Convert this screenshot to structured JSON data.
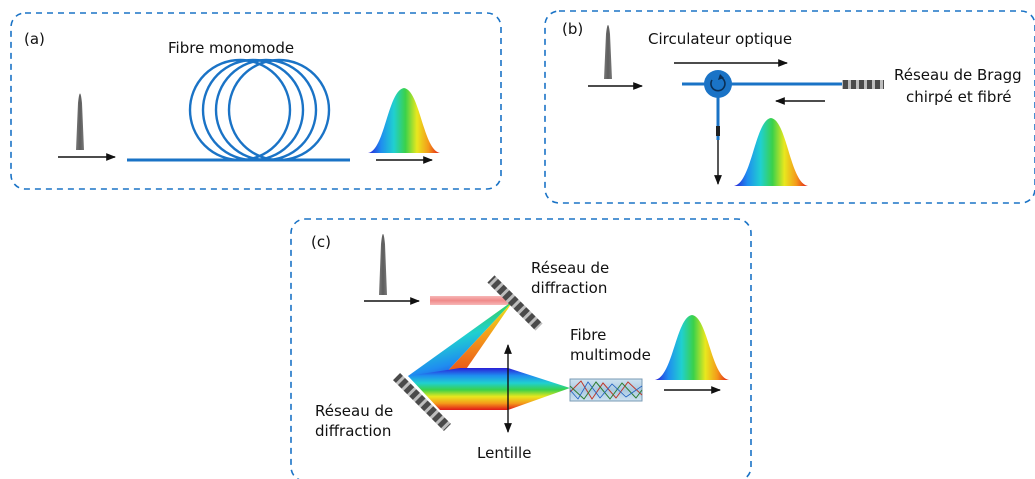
{
  "panels": {
    "a": {
      "tag": "(a)",
      "fiber_label": "Fibre monomode"
    },
    "b": {
      "tag": "(b)",
      "circulator_label": "Circulateur optique",
      "bragg_label_line1": "Réseau de Bragg",
      "bragg_label_line2": "chirpé et fibré"
    },
    "c": {
      "tag": "(c)",
      "grating_top_line1": "Réseau de",
      "grating_top_line2": "diffraction",
      "grating_left_line1": "Réseau de",
      "grating_left_line2": "diffraction",
      "multimode_line1": "Fibre",
      "multimode_line2": "multimode",
      "lens_label": "Lentille"
    }
  },
  "colors": {
    "frame": "#1a73c6",
    "fiber": "#1a73c6",
    "pulse": "#6b6b6b",
    "input_beam": "#f4a0a0",
    "grating": "#3a3a3a"
  },
  "icons": [
    "pulse-icon",
    "arrow-icon",
    "spectrum-icon",
    "grating-icon",
    "lens-icon",
    "circulator-icon"
  ]
}
